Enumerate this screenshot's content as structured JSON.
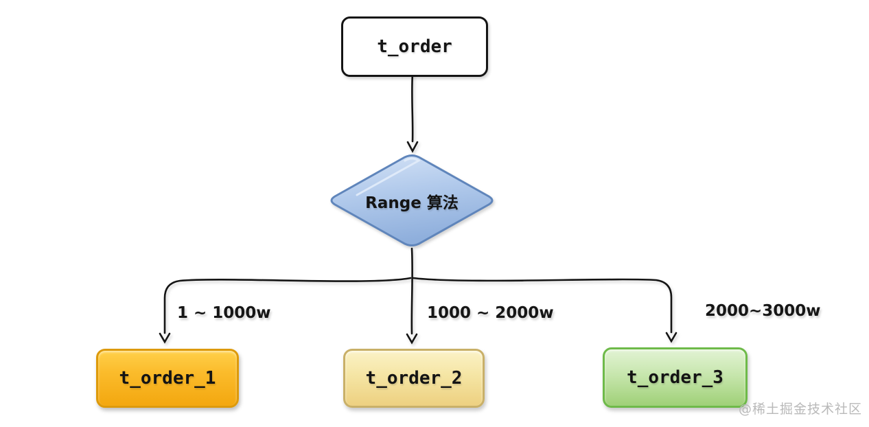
{
  "diagram": {
    "title_node": {
      "label": "t_order"
    },
    "decision": {
      "label": "Range 算法"
    },
    "branches": [
      {
        "range_label": "1 ~ 1000w",
        "table": "t_order_1",
        "color": "#f6ad13"
      },
      {
        "range_label": "1000 ~ 2000w",
        "table": "t_order_2",
        "color": "#f0d98f"
      },
      {
        "range_label": "2000~3000w",
        "table": "t_order_3",
        "color": "#a8d682"
      }
    ],
    "decision_color": "#a9c4e8",
    "decision_border": "#5f85bb",
    "line_color": "#141414",
    "watermark": "@稀土掘金技术社区"
  }
}
